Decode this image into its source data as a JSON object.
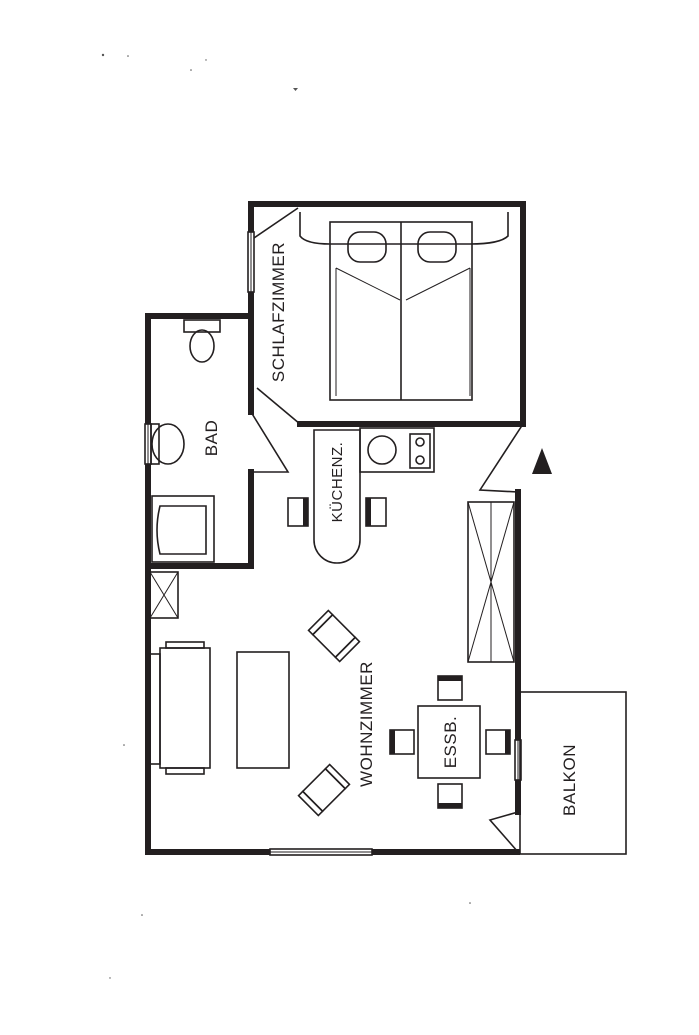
{
  "rooms": {
    "schlafzimmer": "SCHLAFZIMMER",
    "bad": "BAD",
    "kuechenz": "KÜCHENZ.",
    "wohnzimmer": "WOHNZIMMER",
    "essb": "ESSB.",
    "balkon": "BALKON"
  }
}
